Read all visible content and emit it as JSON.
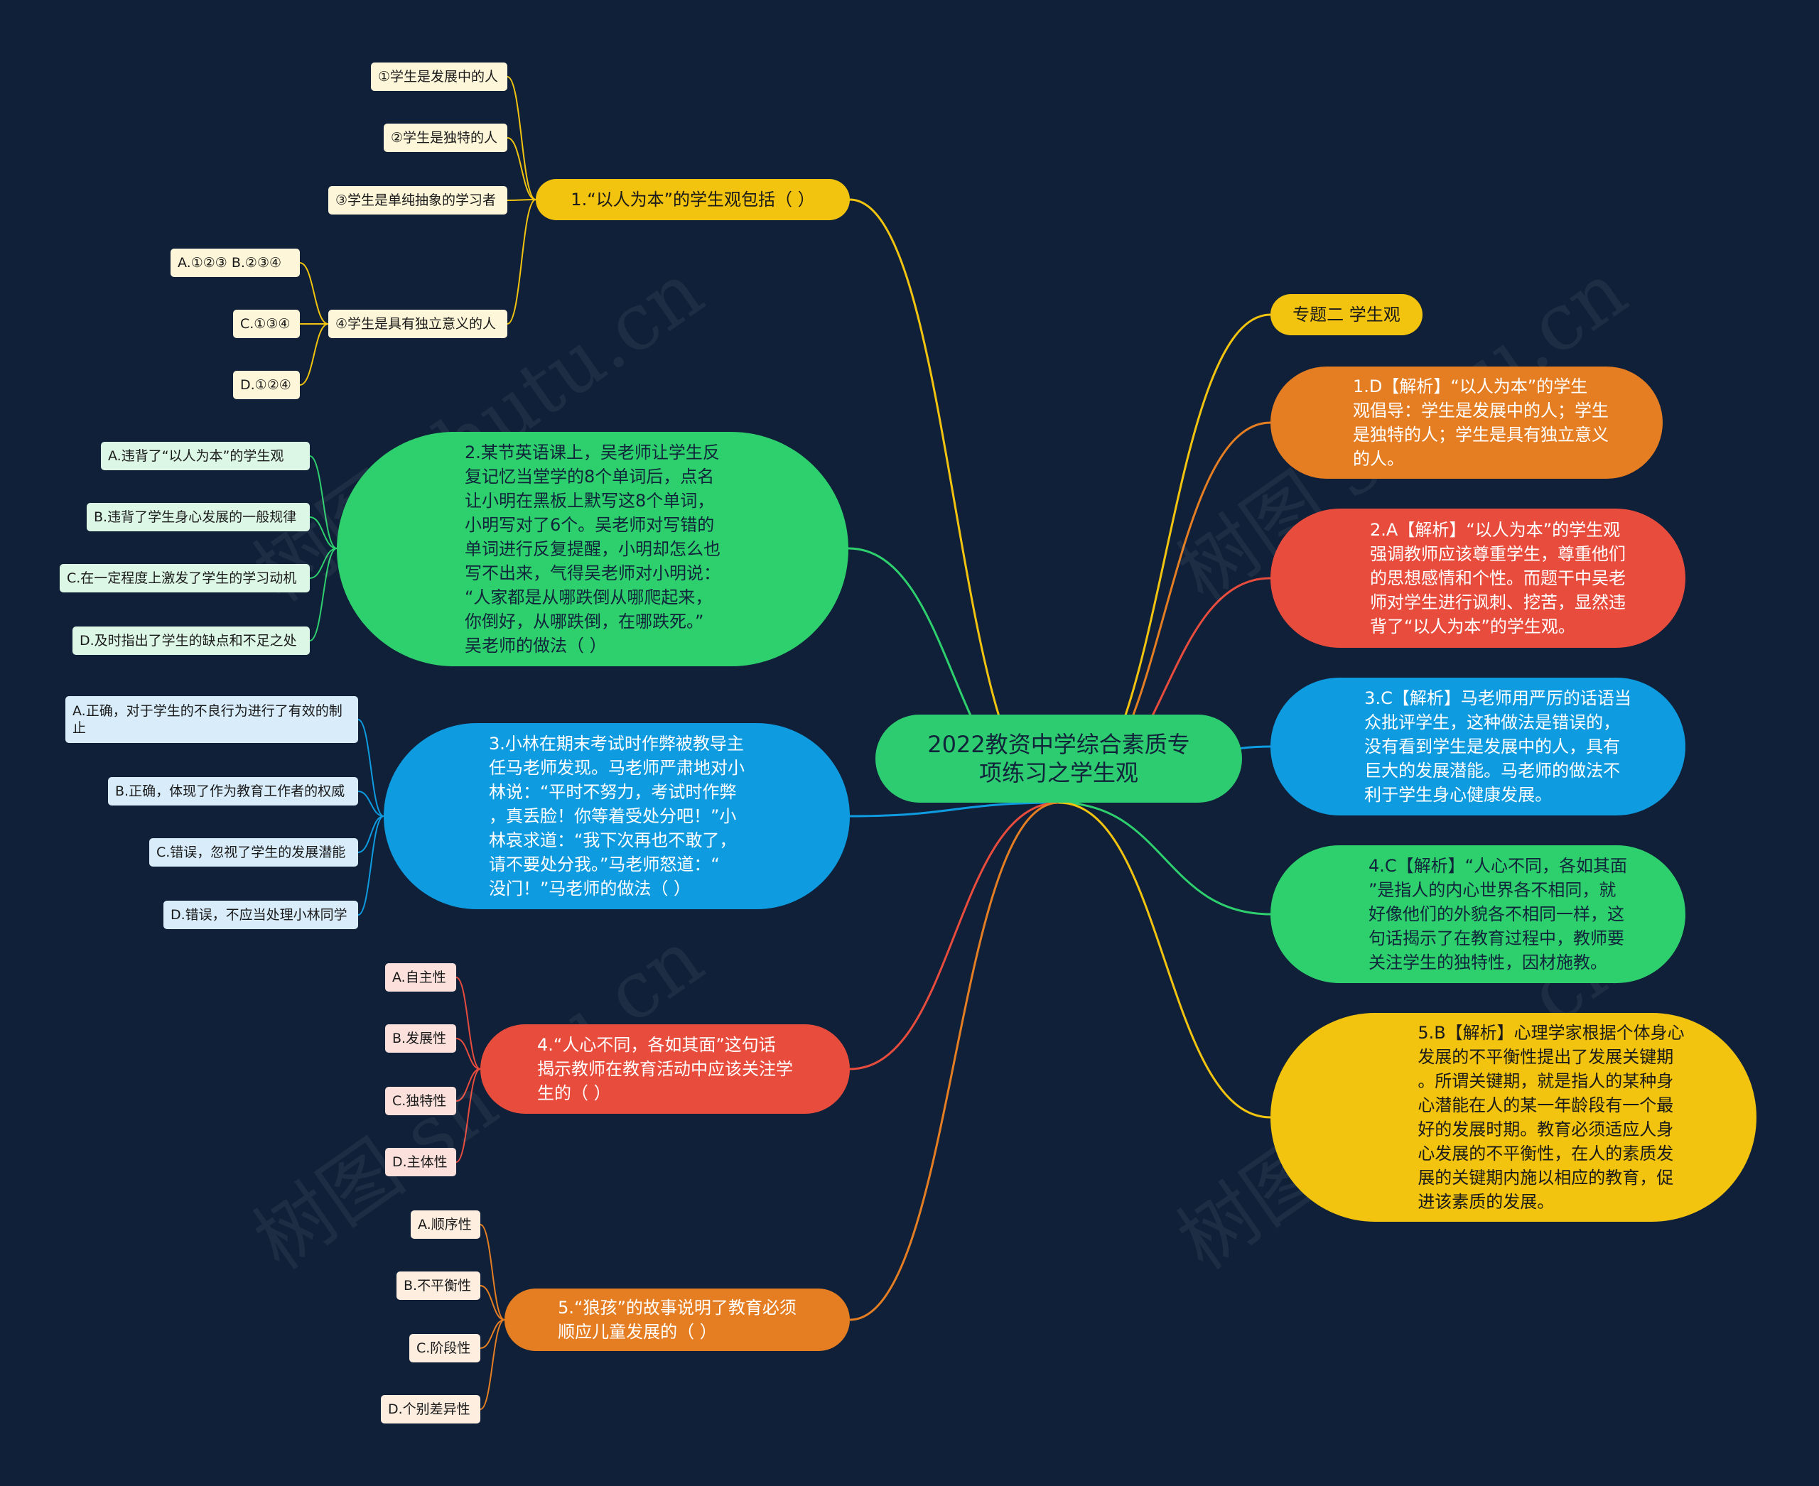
{
  "center": {
    "text": "2022教资中学综合素质专\n项练习之学生观"
  },
  "colors": {
    "yellow": "#f2c40f",
    "green": "#2ed06e",
    "blue": "#0f9be0",
    "red": "#e84c3d",
    "orange": "#e57e22",
    "background": "#0f2038"
  },
  "left": {
    "q1": {
      "text": "1.“以人为本”的学生观包括（ ）",
      "items": [
        "①学生是发展中的人",
        "②学生是独特的人",
        "③学生是单纯抽象的学习者",
        "④学生是具有独立意义的人"
      ],
      "sub": [
        "A.①②③  B.②③④",
        "C.①③④",
        "D.①②④"
      ]
    },
    "q2": {
      "text": "2.某节英语课上，吴老师让学生反\n复记忆当堂学的8个单词后，点名\n让小明在黑板上默写这8个单词，\n小明写对了6个。吴老师对写错的\n单词进行反复提醒，小明却怎么也\n写不出来，气得吴老师对小明说：\n“人家都是从哪跌倒从哪爬起来，\n你倒好，从哪跌倒，在哪跌死。”\n吴老师的做法（ ）",
      "items": [
        "A.违背了“以人为本”的学生观",
        "B.违背了学生身心发展的一般规律",
        "C.在一定程度上激发了学生的学习动机",
        "D.及时指出了学生的缺点和不足之处"
      ]
    },
    "q3": {
      "text": "3.小林在期末考试时作弊被教导主\n任马老师发现。马老师严肃地对小\n林说：“平时不努力，考试时作弊\n，真丢脸！你等着受处分吧！”小\n林哀求道：“我下次再也不敢了，\n请不要处分我。”马老师怒道：“\n没门！”马老师的做法（ ）",
      "items": [
        "A.正确，对于学生的不良行为进行了有效的制\n止",
        "B.正确，体现了作为教育工作者的权威",
        "C.错误，忽视了学生的发展潜能",
        "D.错误，不应当处理小林同学"
      ]
    },
    "q4": {
      "text": "4.“人心不同，各如其面”这句话\n揭示教师在教育活动中应该关注学\n生的（ ）",
      "items": [
        "A.自主性",
        "B.发展性",
        "C.独特性",
        "D.主体性"
      ]
    },
    "q5": {
      "text": "5.“狼孩”的故事说明了教育必须\n顺应儿童发展的（ ）",
      "items": [
        "A.顺序性",
        "B.不平衡性",
        "C.阶段性",
        "D.个别差异性"
      ]
    }
  },
  "right": {
    "topic": "专题二 学生观",
    "a1": "1.D【解析】“以人为本”的学生\n观倡导：学生是发展中的人；学生\n是独特的人；学生是具有独立意义\n的人。",
    "a2": "2.A【解析】“以人为本”的学生观\n强调教师应该尊重学生，尊重他们\n的思想感情和个性。而题干中吴老\n师对学生进行讽刺、挖苦，显然违\n背了“以人为本”的学生观。",
    "a3": "3.C【解析】马老师用严厉的话语当\n众批评学生，这种做法是错误的，\n没有看到学生是发展中的人，具有\n巨大的发展潜能。马老师的做法不\n利于学生身心健康发展。",
    "a4": "4.C【解析】“人心不同，各如其面\n”是指人的内心世界各不相同，就\n好像他们的外貌各不相同一样，这\n句话揭示了在教育过程中，教师要\n关注学生的独特性，因材施教。",
    "a5": "5.B【解析】心理学家根据个体身心\n发展的不平衡性提出了发展关键期\n。所谓关键期，就是指人的某种身\n心潜能在人的某一年龄段有一个最\n好的发展时期。教育必须适应人身\n心发展的不平衡性，在人的素质发\n展的关键期内施以相应的教育，促\n进该素质的发展。"
  },
  "watermark": "树图 shutu.cn"
}
